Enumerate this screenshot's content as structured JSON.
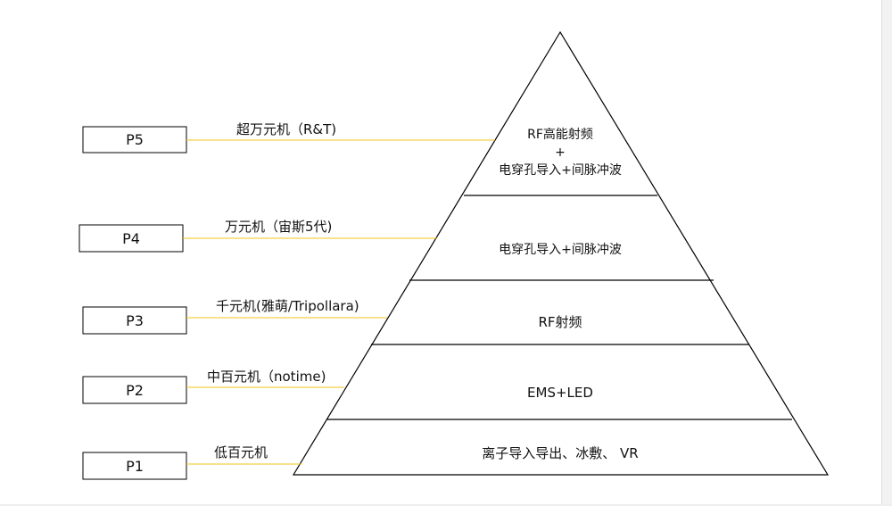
{
  "levels": [
    {
      "box": "P5",
      "price": "超万元机（R&T)",
      "tech": [
        "RF高能射频",
        "+",
        "电穿孔导入+间脉冲波"
      ]
    },
    {
      "box": "P4",
      "price": "万元机（宙斯5代)",
      "tech": [
        "电穿孔导入+间脉冲波"
      ]
    },
    {
      "box": "P3",
      "price": "千元机(雅萌/Tripollara)",
      "tech": [
        "RF射频"
      ]
    },
    {
      "box": "P2",
      "price": "中百元机（notime)",
      "tech": [
        "EMS+LED"
      ]
    },
    {
      "box": "P1",
      "price": "低百元机",
      "tech": [
        "离子导入导出、冰敷、 VR"
      ]
    }
  ],
  "colors": {
    "connector": "#f0c419",
    "outline": "#000000",
    "text": "#111111"
  }
}
